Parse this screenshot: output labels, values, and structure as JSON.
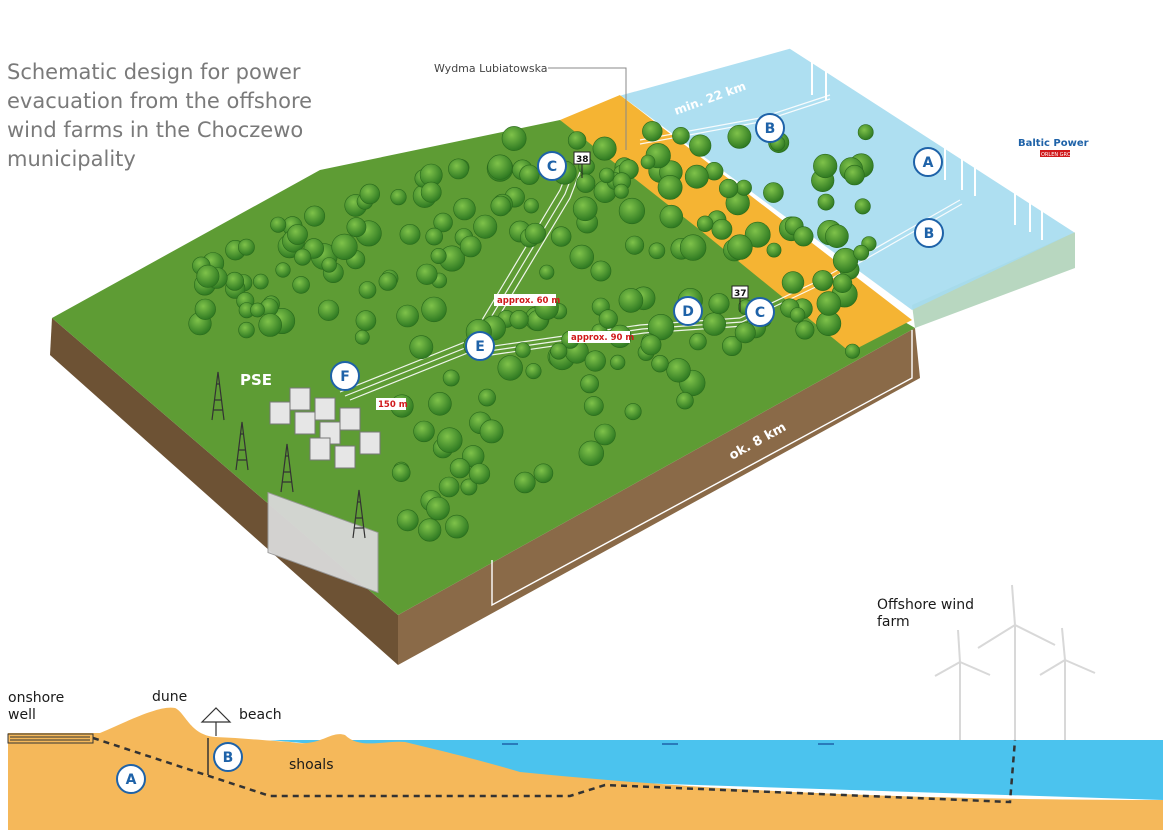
{
  "title_lines": [
    "Schematic design for power",
    "evacuation from the offshore",
    "wind farms in the Choczewo",
    "municipality"
  ],
  "map": {
    "dune_name": "Wydma Lubiatowska",
    "distance_offshore": "min. 22 km",
    "distance_land": "ok. 8 km",
    "approx_60": "approx. 60 m",
    "approx_90": "approx. 90 m",
    "dist_150": "150 m",
    "road_38": "38",
    "road_37": "37",
    "pse": "PSE",
    "brand_top": "Baltic Power",
    "brand_bottom": "ORLEN GROUP",
    "markers": {
      "a": "A",
      "b": "B",
      "c": "C",
      "d": "D",
      "e": "E",
      "f": "F"
    }
  },
  "cross_section": {
    "onshore_well_line1": "onshore",
    "onshore_well_line2": "well",
    "dune": "dune",
    "beach": "beach",
    "shoals": "shoals",
    "offshore_line1": "Offshore wind",
    "offshore_line2": "farm",
    "marker_a": "A",
    "marker_b": "B"
  },
  "colors": {
    "grass": "#5e9c34",
    "sand": "#f5b433",
    "sea": "#a5dcef",
    "soil": "#8a6a48",
    "marker_blue": "#1e62a8",
    "callout_red": "#d0191b"
  }
}
